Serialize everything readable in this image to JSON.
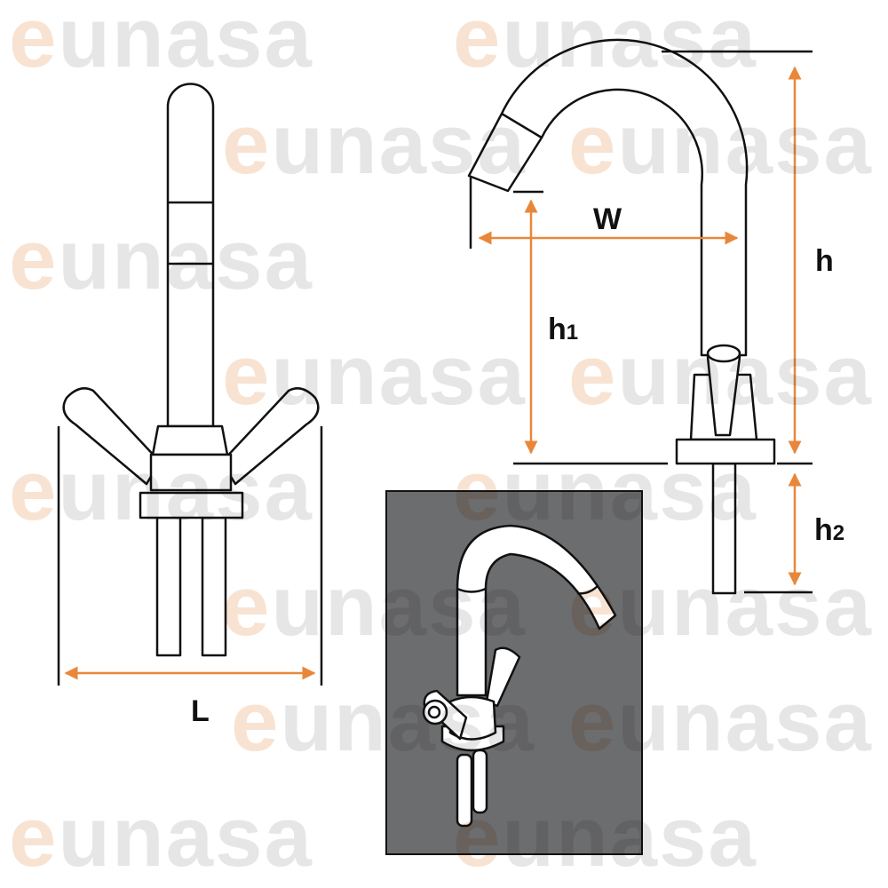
{
  "watermark": {
    "brand": "eunasa",
    "e": "e",
    "rest": "unasa"
  },
  "dimensions": {
    "width": "W",
    "height": "h",
    "height1": "h",
    "height1_sub": "1",
    "height2": "h",
    "height2_sub": "2",
    "length": "L"
  },
  "colors": {
    "arrow": "#e8873a",
    "panel": "#6c6d6f",
    "watermark_e": "#f8e3d2"
  }
}
